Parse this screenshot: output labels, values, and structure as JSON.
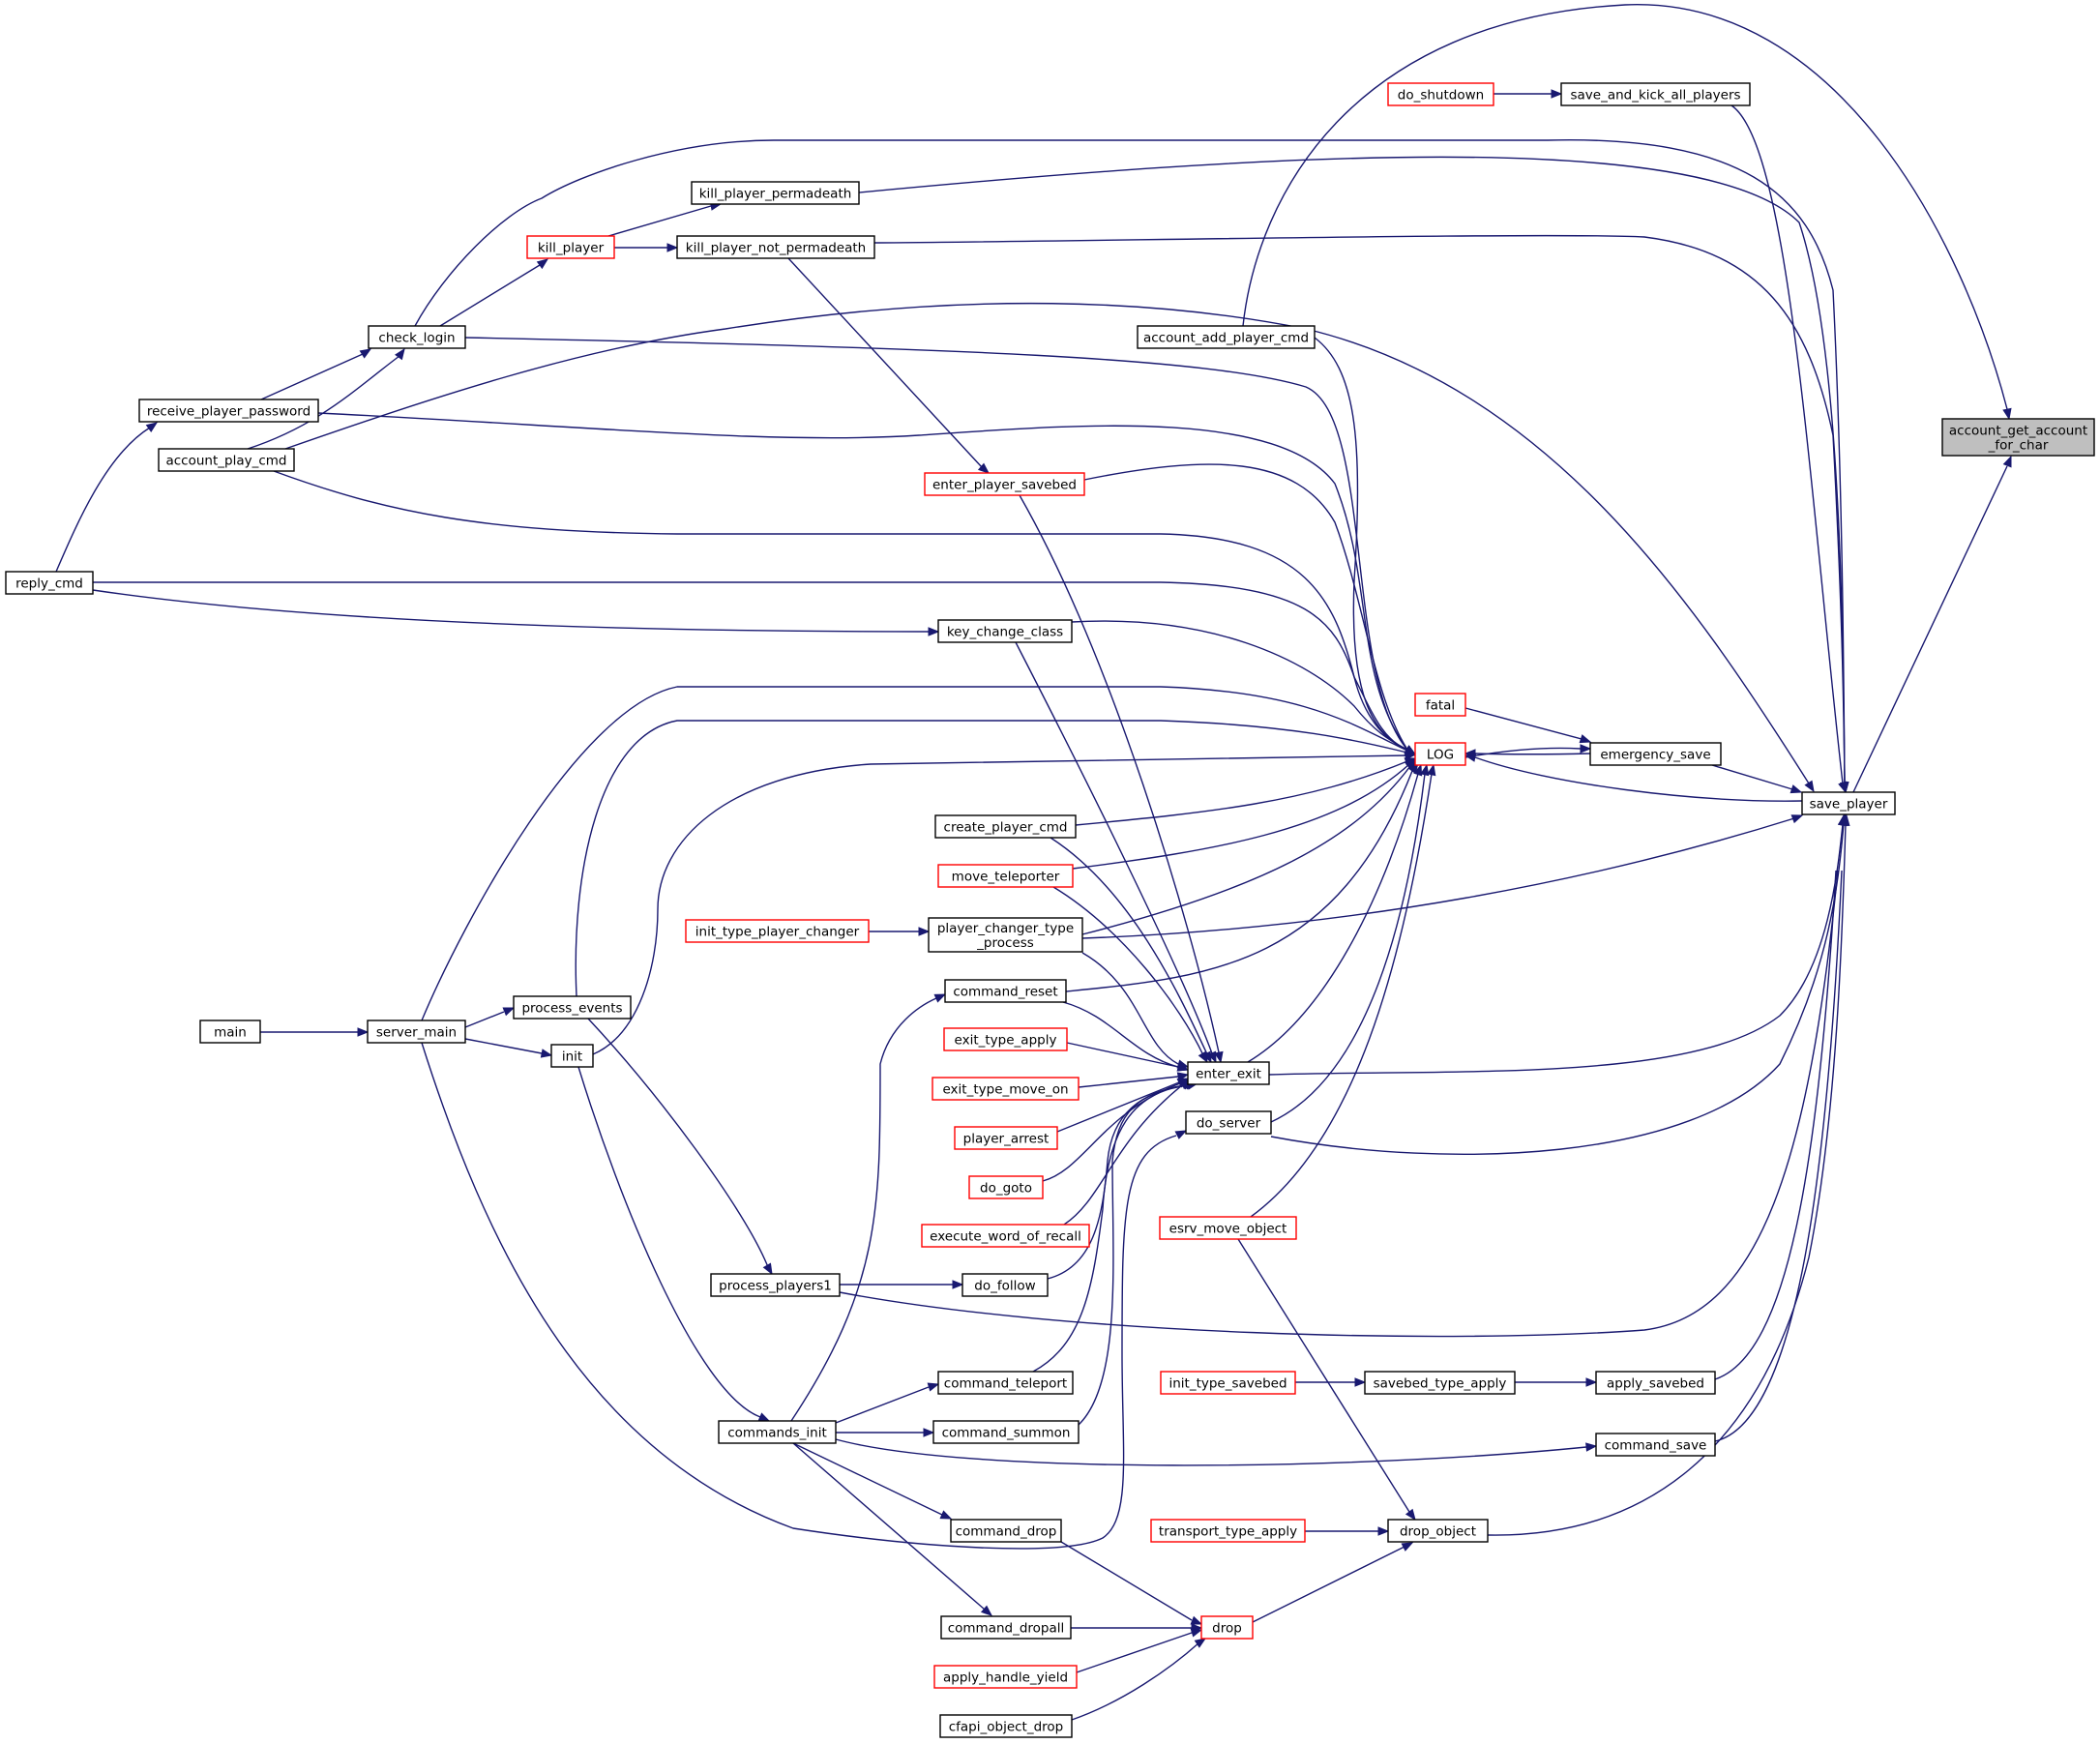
{
  "nodes": [
    {
      "id": "account_get_account_for_char",
      "lines": [
        "account_get_account",
        "_for_char"
      ],
      "style": "highlight"
    },
    {
      "id": "save_and_kick_all_players",
      "lines": [
        "save_and_kick_all_players"
      ],
      "style": "black"
    },
    {
      "id": "do_shutdown",
      "lines": [
        "do_shutdown"
      ],
      "style": "red"
    },
    {
      "id": "kill_player_permadeath",
      "lines": [
        "kill_player_permadeath"
      ],
      "style": "black"
    },
    {
      "id": "kill_player",
      "lines": [
        "kill_player"
      ],
      "style": "red"
    },
    {
      "id": "kill_player_not_permadeath",
      "lines": [
        "kill_player_not_permadeath"
      ],
      "style": "black"
    },
    {
      "id": "check_login",
      "lines": [
        "check_login"
      ],
      "style": "black"
    },
    {
      "id": "account_add_player_cmd",
      "lines": [
        "account_add_player_cmd"
      ],
      "style": "black"
    },
    {
      "id": "receive_player_password",
      "lines": [
        "receive_player_password"
      ],
      "style": "black"
    },
    {
      "id": "account_play_cmd",
      "lines": [
        "account_play_cmd"
      ],
      "style": "black"
    },
    {
      "id": "enter_player_savebed",
      "lines": [
        "enter_player_savebed"
      ],
      "style": "red"
    },
    {
      "id": "reply_cmd",
      "lines": [
        "reply_cmd"
      ],
      "style": "black"
    },
    {
      "id": "key_change_class",
      "lines": [
        "key_change_class"
      ],
      "style": "black"
    },
    {
      "id": "fatal",
      "lines": [
        "fatal"
      ],
      "style": "red"
    },
    {
      "id": "LOG",
      "lines": [
        "LOG"
      ],
      "style": "red"
    },
    {
      "id": "emergency_save",
      "lines": [
        "emergency_save"
      ],
      "style": "black"
    },
    {
      "id": "save_player",
      "lines": [
        "save_player"
      ],
      "style": "black"
    },
    {
      "id": "create_player_cmd",
      "lines": [
        "create_player_cmd"
      ],
      "style": "black"
    },
    {
      "id": "move_teleporter",
      "lines": [
        "move_teleporter"
      ],
      "style": "red"
    },
    {
      "id": "init_type_player_changer",
      "lines": [
        "init_type_player_changer"
      ],
      "style": "red"
    },
    {
      "id": "player_changer_type_process",
      "lines": [
        "player_changer_type",
        "_process"
      ],
      "style": "black"
    },
    {
      "id": "command_reset",
      "lines": [
        "command_reset"
      ],
      "style": "black"
    },
    {
      "id": "process_events",
      "lines": [
        "process_events"
      ],
      "style": "black"
    },
    {
      "id": "main",
      "lines": [
        "main"
      ],
      "style": "black"
    },
    {
      "id": "server_main",
      "lines": [
        "server_main"
      ],
      "style": "black"
    },
    {
      "id": "init",
      "lines": [
        "init"
      ],
      "style": "black"
    },
    {
      "id": "exit_type_apply",
      "lines": [
        "exit_type_apply"
      ],
      "style": "red"
    },
    {
      "id": "enter_exit",
      "lines": [
        "enter_exit"
      ],
      "style": "black"
    },
    {
      "id": "exit_type_move_on",
      "lines": [
        "exit_type_move_on"
      ],
      "style": "red"
    },
    {
      "id": "do_server",
      "lines": [
        "do_server"
      ],
      "style": "black"
    },
    {
      "id": "player_arrest",
      "lines": [
        "player_arrest"
      ],
      "style": "red"
    },
    {
      "id": "do_goto",
      "lines": [
        "do_goto"
      ],
      "style": "red"
    },
    {
      "id": "esrv_move_object",
      "lines": [
        "esrv_move_object"
      ],
      "style": "red"
    },
    {
      "id": "execute_word_of_recall",
      "lines": [
        "execute_word_of_recall"
      ],
      "style": "red"
    },
    {
      "id": "process_players1",
      "lines": [
        "process_players1"
      ],
      "style": "black"
    },
    {
      "id": "do_follow",
      "lines": [
        "do_follow"
      ],
      "style": "black"
    },
    {
      "id": "init_type_savebed",
      "lines": [
        "init_type_savebed"
      ],
      "style": "red"
    },
    {
      "id": "savebed_type_apply",
      "lines": [
        "savebed_type_apply"
      ],
      "style": "black"
    },
    {
      "id": "apply_savebed",
      "lines": [
        "apply_savebed"
      ],
      "style": "black"
    },
    {
      "id": "command_teleport",
      "lines": [
        "command_teleport"
      ],
      "style": "black"
    },
    {
      "id": "commands_init",
      "lines": [
        "commands_init"
      ],
      "style": "black"
    },
    {
      "id": "command_summon",
      "lines": [
        "command_summon"
      ],
      "style": "black"
    },
    {
      "id": "command_save",
      "lines": [
        "command_save"
      ],
      "style": "black"
    },
    {
      "id": "transport_type_apply",
      "lines": [
        "transport_type_apply"
      ],
      "style": "red"
    },
    {
      "id": "drop_object",
      "lines": [
        "drop_object"
      ],
      "style": "black"
    },
    {
      "id": "command_drop",
      "lines": [
        "command_drop"
      ],
      "style": "black"
    },
    {
      "id": "drop",
      "lines": [
        "drop"
      ],
      "style": "red"
    },
    {
      "id": "command_dropall",
      "lines": [
        "command_dropall"
      ],
      "style": "black"
    },
    {
      "id": "apply_handle_yield",
      "lines": [
        "apply_handle_yield"
      ],
      "style": "red"
    },
    {
      "id": "cfapi_object_drop",
      "lines": [
        "cfapi_object_drop"
      ],
      "style": "black"
    }
  ],
  "edges": [
    [
      "save_and_kick_all_players",
      "save_player"
    ],
    [
      "do_shutdown",
      "save_and_kick_all_players"
    ],
    [
      "kill_player_permadeath",
      "save_player"
    ],
    [
      "kill_player",
      "kill_player_permadeath"
    ],
    [
      "kill_player",
      "kill_player_not_permadeath"
    ],
    [
      "check_login",
      "kill_player"
    ],
    [
      "receive_player_password",
      "check_login"
    ],
    [
      "account_play_cmd",
      "check_login"
    ],
    [
      "reply_cmd",
      "receive_player_password"
    ],
    [
      "save_player",
      "account_get_account_for_char"
    ],
    [
      "account_add_player_cmd",
      "account_get_account_for_char"
    ],
    [
      "check_login",
      "save_player"
    ],
    [
      "kill_player_not_permadeath",
      "save_player"
    ],
    [
      "account_play_cmd",
      "save_player"
    ],
    [
      "emergency_save",
      "save_player"
    ],
    [
      "save_player",
      "LOG"
    ],
    [
      "emergency_save",
      "LOG"
    ],
    [
      "LOG",
      "emergency_save"
    ],
    [
      "fatal",
      "emergency_save"
    ],
    [
      "check_login",
      "LOG"
    ],
    [
      "receive_player_password",
      "LOG"
    ],
    [
      "account_play_cmd",
      "LOG"
    ],
    [
      "enter_player_savebed",
      "LOG"
    ],
    [
      "account_add_player_cmd",
      "LOG"
    ],
    [
      "reply_cmd",
      "LOG"
    ],
    [
      "key_change_class",
      "LOG"
    ],
    [
      "server_main",
      "LOG"
    ],
    [
      "process_events",
      "LOG"
    ],
    [
      "init",
      "LOG"
    ],
    [
      "create_player_cmd",
      "LOG"
    ],
    [
      "move_teleporter",
      "LOG"
    ],
    [
      "player_changer_type_process",
      "LOG"
    ],
    [
      "command_reset",
      "LOG"
    ],
    [
      "enter_exit",
      "LOG"
    ],
    [
      "do_server",
      "LOG"
    ],
    [
      "esrv_move_object",
      "LOG"
    ],
    [
      "kill_player_not_permadeath",
      "enter_player_savebed"
    ],
    [
      "reply_cmd",
      "key_change_class"
    ],
    [
      "init_type_player_changer",
      "player_changer_type_process"
    ],
    [
      "player_changer_type_process",
      "save_player"
    ],
    [
      "main",
      "server_main"
    ],
    [
      "server_main",
      "process_events"
    ],
    [
      "server_main",
      "init"
    ],
    [
      "process_events",
      "process_players1"
    ],
    [
      "init",
      "commands_init"
    ],
    [
      "commands_init",
      "command_reset"
    ],
    [
      "enter_player_savebed",
      "enter_exit"
    ],
    [
      "key_change_class",
      "enter_exit"
    ],
    [
      "create_player_cmd",
      "enter_exit"
    ],
    [
      "move_teleporter",
      "enter_exit"
    ],
    [
      "player_changer_type_process",
      "enter_exit"
    ],
    [
      "command_reset",
      "enter_exit"
    ],
    [
      "exit_type_apply",
      "enter_exit"
    ],
    [
      "exit_type_move_on",
      "enter_exit"
    ],
    [
      "player_arrest",
      "enter_exit"
    ],
    [
      "do_goto",
      "enter_exit"
    ],
    [
      "execute_word_of_recall",
      "enter_exit"
    ],
    [
      "do_follow",
      "enter_exit"
    ],
    [
      "command_teleport",
      "enter_exit"
    ],
    [
      "command_summon",
      "enter_exit"
    ],
    [
      "enter_exit",
      "save_player"
    ],
    [
      "server_main",
      "do_server"
    ],
    [
      "do_server",
      "save_player"
    ],
    [
      "process_players1",
      "do_follow"
    ],
    [
      "process_players1",
      "save_player"
    ],
    [
      "init_type_savebed",
      "savebed_type_apply"
    ],
    [
      "savebed_type_apply",
      "apply_savebed"
    ],
    [
      "apply_savebed",
      "save_player"
    ],
    [
      "commands_init",
      "command_teleport"
    ],
    [
      "commands_init",
      "command_summon"
    ],
    [
      "commands_init",
      "command_save"
    ],
    [
      "command_save",
      "save_player"
    ],
    [
      "commands_init",
      "command_drop"
    ],
    [
      "commands_init",
      "command_dropall"
    ],
    [
      "esrv_move_object",
      "drop_object"
    ],
    [
      "transport_type_apply",
      "drop_object"
    ],
    [
      "drop",
      "drop_object"
    ],
    [
      "drop_object",
      "save_player"
    ],
    [
      "command_drop",
      "drop"
    ],
    [
      "command_dropall",
      "drop"
    ],
    [
      "apply_handle_yield",
      "drop"
    ],
    [
      "cfapi_object_drop",
      "drop"
    ]
  ]
}
